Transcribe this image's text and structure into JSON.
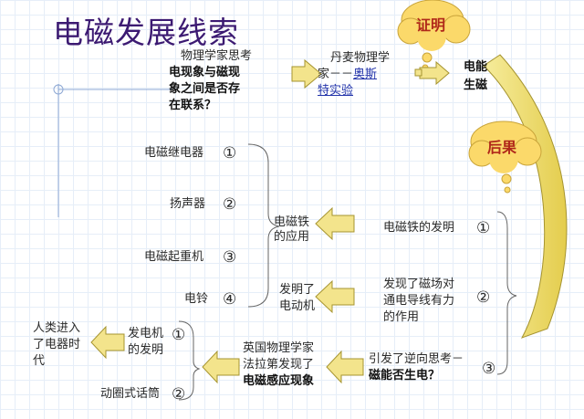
{
  "title": "电磁发展线索",
  "question": [
    "物理学家思考",
    "电现象与磁现",
    "象之间是否存",
    "在联系？"
  ],
  "oersted": [
    "丹麦物理学",
    "家－－"
  ],
  "oersted_link": [
    "奥斯",
    "特实验"
  ],
  "result_text": [
    "电能",
    "生磁"
  ],
  "cloud_prove": "证明",
  "cloud_result": "后果",
  "left_items": [
    {
      "label": "电磁继电器",
      "num": "①"
    },
    {
      "label": "扬声器",
      "num": "②"
    },
    {
      "label": "电磁起重机",
      "num": "③"
    },
    {
      "label": "电铃",
      "num": "④"
    }
  ],
  "app_electromagnet": [
    "电磁铁",
    "的应用"
  ],
  "app_motor": [
    "发明了",
    "电动机"
  ],
  "consequences": {
    "c1": {
      "lines": [
        "电磁铁的发明"
      ],
      "num": "①"
    },
    "c2": {
      "lines": [
        "发现了磁场对",
        "通电导线有力",
        "的作用"
      ],
      "num": "②"
    },
    "c3": {
      "line1": "引发了逆向思考－",
      "line2": "磁能否生电？",
      "num": "③"
    }
  },
  "faraday": [
    "英国物理学家",
    "法拉第发现了",
    "电磁感应现象"
  ],
  "generator": {
    "lines": [
      "发电机",
      "的发明"
    ],
    "num": "①"
  },
  "microphone": {
    "label": "动圈式话筒",
    "num": "②"
  },
  "era": [
    "人类进入",
    "了电器时",
    "代"
  ],
  "colors": {
    "title": "#3c1a72",
    "arrow_fill": "#f3e48c",
    "arrow_stroke": "#a69430",
    "cloud": "#fbd96a",
    "link": "#2233aa"
  }
}
